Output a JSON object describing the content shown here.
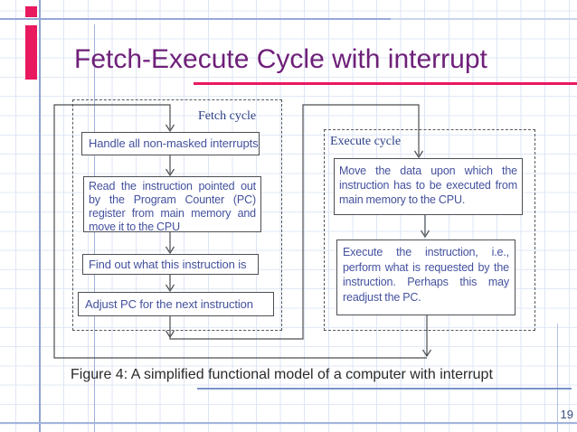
{
  "slide": {
    "title": "Fetch-Execute Cycle with interrupt",
    "caption": "Figure 4: A simplified functional model of a computer with interrupt",
    "page_number": "19"
  },
  "diagram": {
    "fetch": {
      "label": "Fetch cycle",
      "steps": [
        "Handle all non-masked interrupts",
        "Read the instruction pointed out by the Program Counter (PC) register from main memory and move it to the CPU",
        "Find out what this instruction is",
        "Adjust PC for the next instruction"
      ]
    },
    "execute": {
      "label": "Execute cycle",
      "steps": [
        "Move the data upon which the instruction has to be executed from main memory to the CPU.",
        "Execute the instruction, i.e., perform what is requested by the instruction. Perhaps this may readjust the PC."
      ]
    }
  },
  "colors": {
    "title_text": "#6e2079",
    "accent_crimson": "#e8195e",
    "box_text": "#44519e",
    "cycle_label_text": "#2b3f85",
    "caption_text": "#2a2a2a",
    "page_number_text": "#3a5080",
    "connector_line": "#4b4d52",
    "grid_line": "#dee6f4",
    "caption_underline": "#7a94c8"
  }
}
